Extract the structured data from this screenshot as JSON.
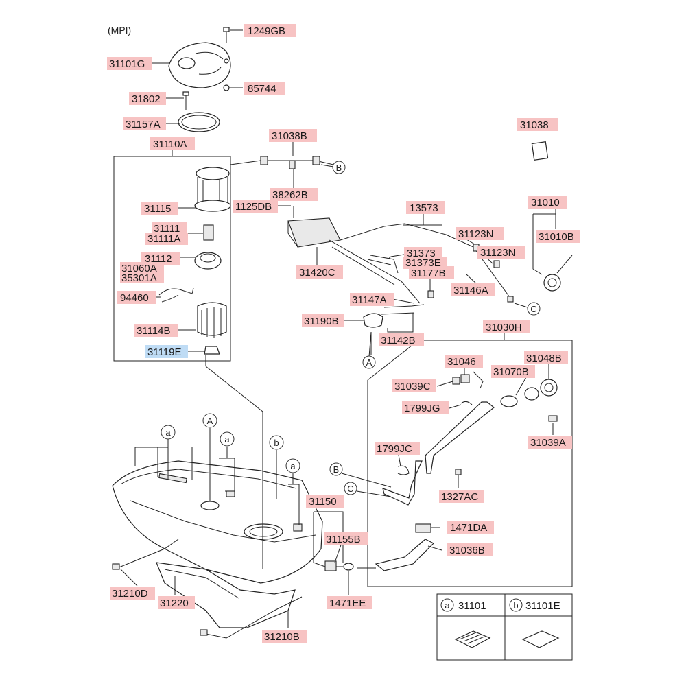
{
  "header": {
    "mode": "(MPI)"
  },
  "part_labels": {
    "p_1249GB": "1249GB",
    "p_31101G": "31101G",
    "p_85744": "85744",
    "p_31802": "31802",
    "p_31157A": "31157A",
    "p_31110A": "31110A",
    "p_31038B": "31038B",
    "p_31038": "31038",
    "p_38262B": "38262B",
    "p_1125DB": "1125DB",
    "p_31115": "31115",
    "p_13573": "13573",
    "p_31010": "31010",
    "p_31111": "31111",
    "p_31111A": "31111A",
    "p_31123N_1": "31123N",
    "p_31010B": "31010B",
    "p_31112": "31112",
    "p_31123N_2": "31123N",
    "p_31373": "31373",
    "p_31373E": "31373E",
    "p_31060A": "31060A",
    "p_35301A": "35301A",
    "p_31420C": "31420C",
    "p_31177B": "31177B",
    "p_94460": "94460",
    "p_31146A": "31146A",
    "p_31147A": "31147A",
    "p_31190B": "31190B",
    "p_31114B": "31114B",
    "p_31142B": "31142B",
    "p_31030H": "31030H",
    "p_31119E": "31119E",
    "p_31046": "31046",
    "p_31048B": "31048B",
    "p_31039C": "31039C",
    "p_31070B": "31070B",
    "p_1799JG": "1799JG",
    "p_31039A": "31039A",
    "p_1799JC": "1799JC",
    "p_1327AC": "1327AC",
    "p_31150": "31150",
    "p_31155B": "31155B",
    "p_1471DA": "1471DA",
    "p_31036B": "31036B",
    "p_31210D": "31210D",
    "p_31220": "31220",
    "p_1471EE": "1471EE",
    "p_31210B": "31210B"
  },
  "callouts": {
    "A": "A",
    "B": "B",
    "C": "C",
    "a": "a",
    "b": "b"
  },
  "legend": {
    "a_letter": "a",
    "a_part": "31101",
    "b_letter": "b",
    "b_part": "31101E"
  },
  "colors": {
    "label_bg": "#f7c3c3",
    "highlight_bg": "#bfdcf5"
  }
}
